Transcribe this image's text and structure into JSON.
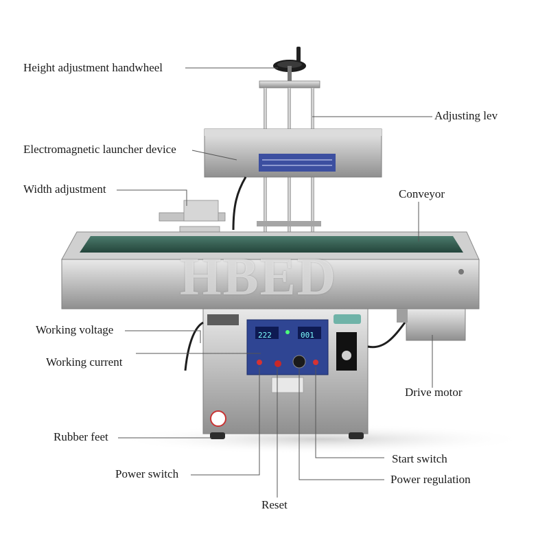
{
  "labels": {
    "height_handwheel": "Height adjustment  handwheel",
    "adjusting_lever": "Adjusting lev",
    "launcher": "Electromagnetic launcher device",
    "width_adjustment": "Width adjustment",
    "conveyor": "Conveyor",
    "working_voltage": "Working voltage",
    "working_current": "Working current",
    "drive_motor": "Drive motor",
    "rubber_feet": "Rubber feet",
    "start_switch": "Start switch",
    "power_switch": "Power switch",
    "power_regulation": "Power regulation",
    "reset": "Reset"
  },
  "watermark": "HBED",
  "panel": {
    "voltage_display": "222",
    "current_display": "001"
  },
  "colors": {
    "steel": "#c9c9c9",
    "belt": "#2f5a4f",
    "panel": "#2b3f8f",
    "leader": "#555555"
  }
}
